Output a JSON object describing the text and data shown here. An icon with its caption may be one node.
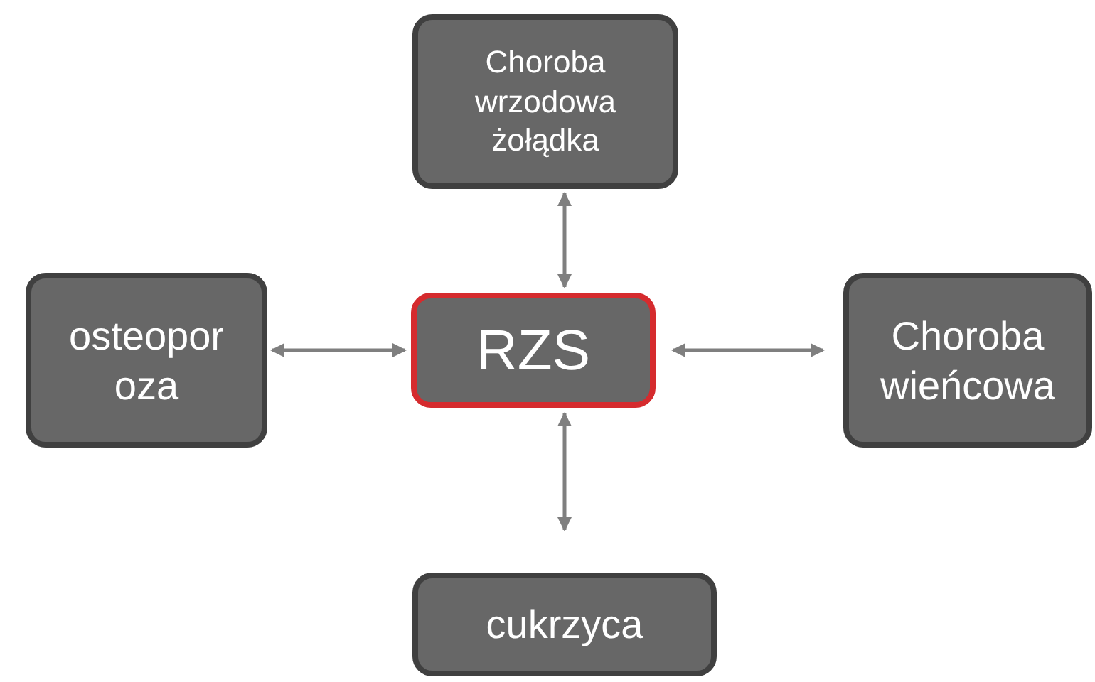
{
  "diagram": {
    "nodes": [
      {
        "text": [
          "RZS"
        ]
      },
      {
        "text": [
          "Choroba wrzodowa żołądka"
        ]
      },
      {
        "text": [
          "osteoporoza"
        ]
      },
      {
        "text": [
          "Choroba wieńcowa"
        ]
      },
      {
        "text": [
          "cukrzyca"
        ]
      }
    ],
    "edges": [
      {
        "from": 0,
        "to": 1,
        "arrow": "both"
      },
      {
        "from": 0,
        "to": 2,
        "arrow": "both"
      },
      {
        "from": 0,
        "to": 3,
        "arrow": "both"
      },
      {
        "from": 0,
        "to": 4,
        "arrow": "both"
      }
    ]
  }
}
